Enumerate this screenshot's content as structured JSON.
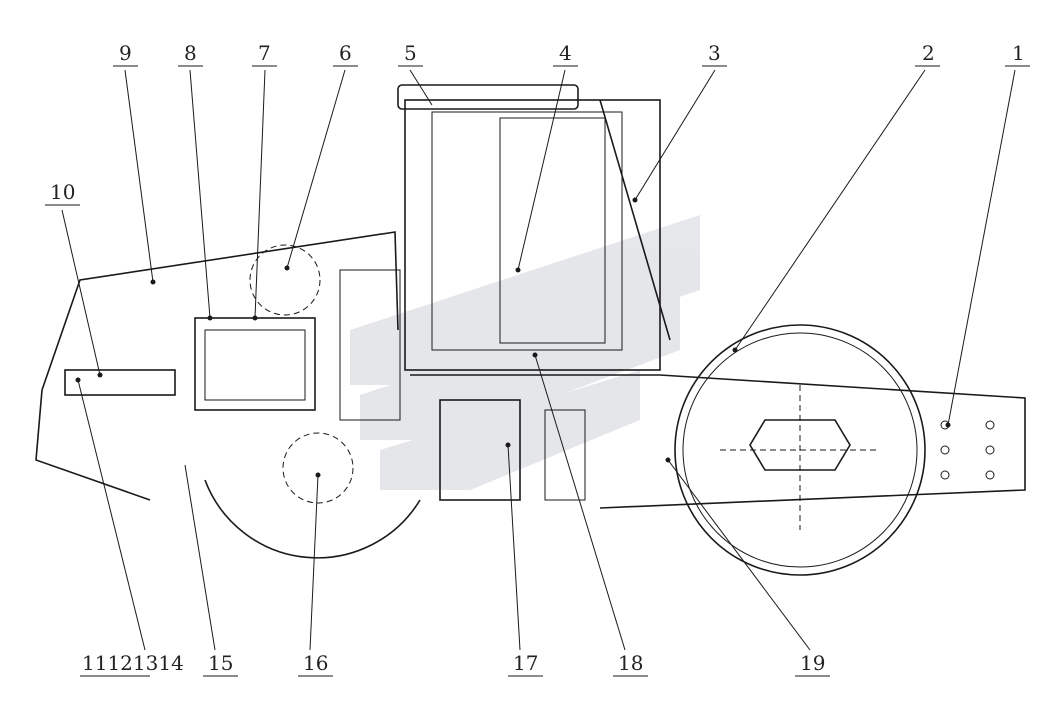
{
  "diagram": {
    "watermark_color": "#cfd3d8",
    "line_color": "#1a1a1a",
    "labels": [
      {
        "id": "1",
        "text": "1"
      },
      {
        "id": "2",
        "text": "2"
      },
      {
        "id": "3",
        "text": "3"
      },
      {
        "id": "4",
        "text": "4"
      },
      {
        "id": "5",
        "text": "5"
      },
      {
        "id": "6",
        "text": "6"
      },
      {
        "id": "7",
        "text": "7"
      },
      {
        "id": "8",
        "text": "8"
      },
      {
        "id": "9",
        "text": "9"
      },
      {
        "id": "10",
        "text": "10"
      },
      {
        "id": "11-14",
        "text": "11121314"
      },
      {
        "id": "15",
        "text": "15"
      },
      {
        "id": "16",
        "text": "16"
      },
      {
        "id": "17",
        "text": "17"
      },
      {
        "id": "18",
        "text": "18"
      },
      {
        "id": "19",
        "text": "19"
      }
    ]
  }
}
